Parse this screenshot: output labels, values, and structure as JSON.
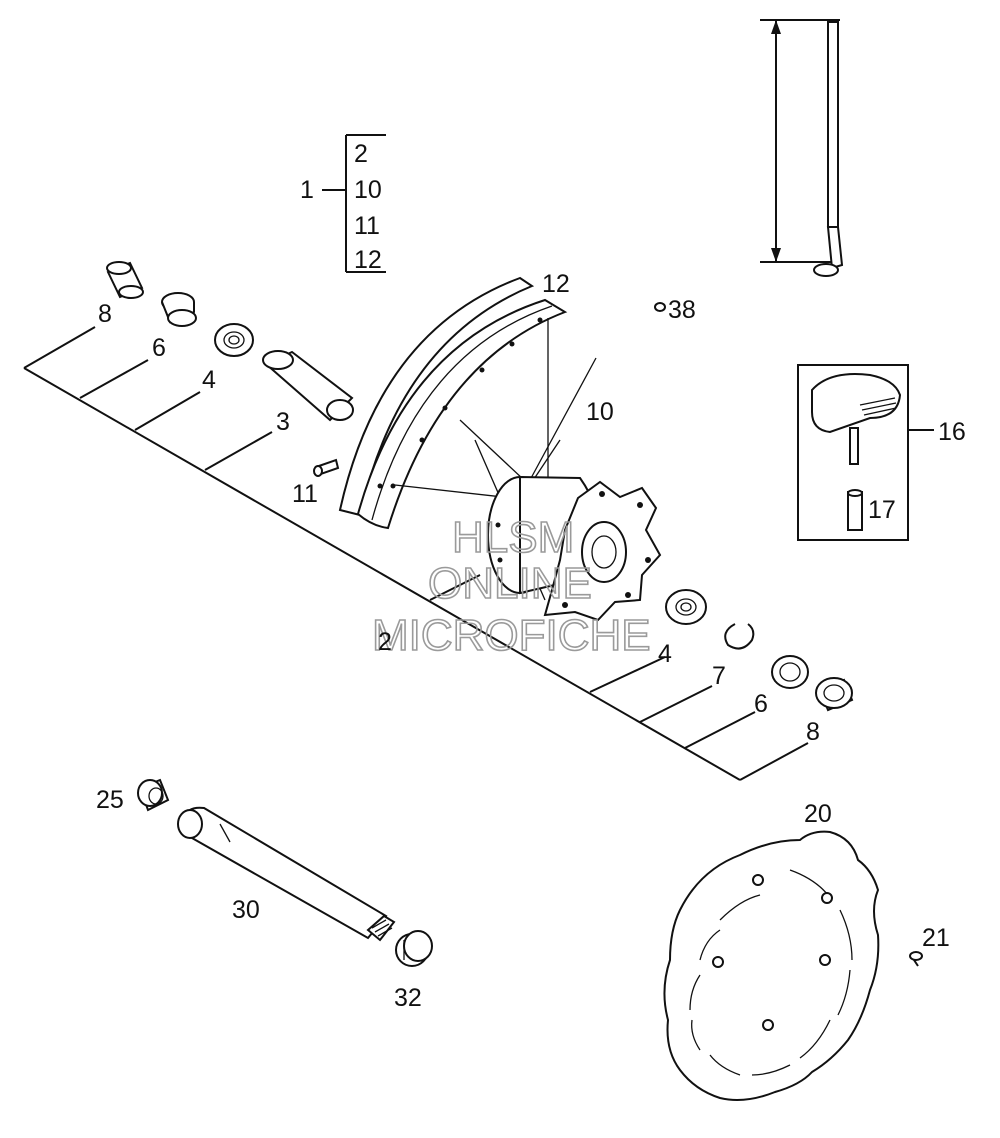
{
  "set_bracket": {
    "parent_label": "1",
    "items": [
      "2",
      "10",
      "11",
      "12"
    ]
  },
  "callouts": {
    "c2": "2",
    "c3": "3",
    "c4a": "4",
    "c4b": "4",
    "c6a": "6",
    "c6b": "6",
    "c7": "7",
    "c8a": "8",
    "c8b": "8",
    "c10": "10",
    "c11": "11",
    "c12": "12",
    "c16": "16",
    "c17": "17",
    "c20": "20",
    "c21": "21",
    "c25": "25",
    "c30": "30",
    "c32": "32",
    "c38": "38"
  },
  "watermark": {
    "line1": "HLSM",
    "line2": "ONLINE",
    "line3": "MICROFICHE"
  }
}
